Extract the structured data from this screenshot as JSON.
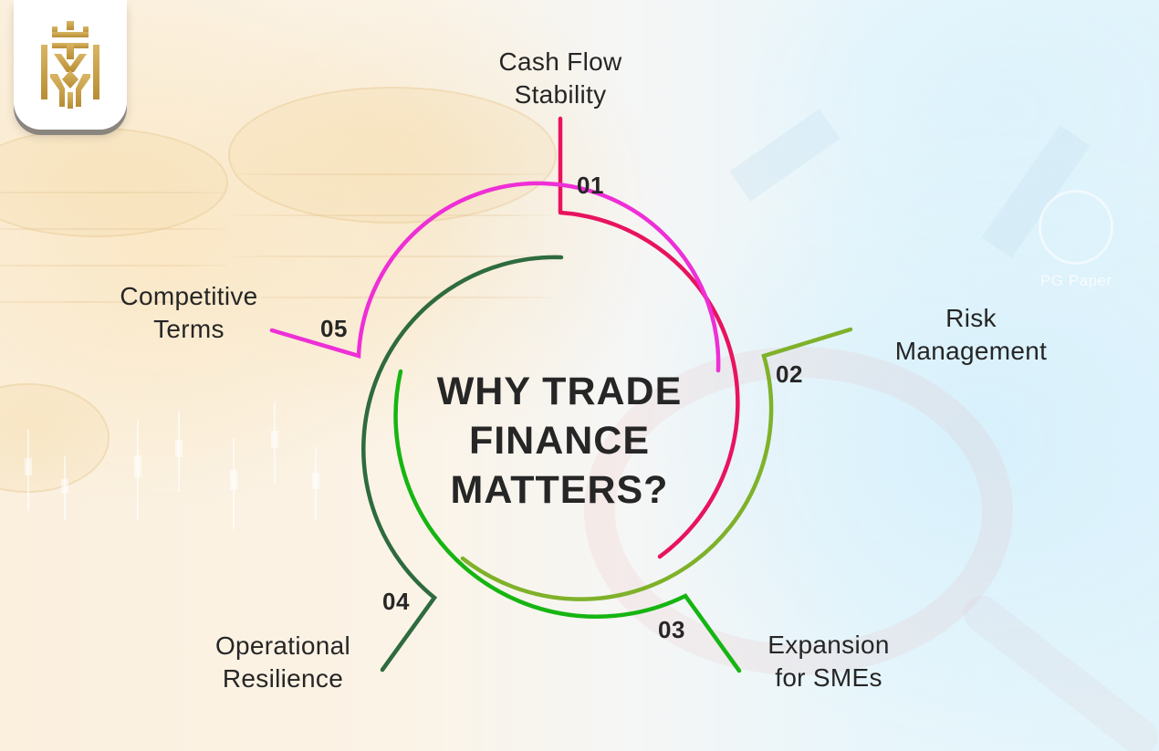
{
  "logo": {
    "name": "crown-shield-logo",
    "color": "#c9a24a"
  },
  "title": {
    "lines": [
      "WHY TRADE",
      "FINANCE",
      "MATTERS?"
    ]
  },
  "watermark": {
    "text": "PG Paper"
  },
  "items": [
    {
      "number": "01",
      "lines": [
        "Cash Flow",
        "Stability"
      ],
      "color": "#e8135f"
    },
    {
      "number": "02",
      "lines": [
        "Risk",
        "Management"
      ],
      "color": "#7fb12a"
    },
    {
      "number": "03",
      "lines": [
        "Expansion",
        "for SMEs"
      ],
      "color": "#16b512"
    },
    {
      "number": "04",
      "lines": [
        "Operational",
        "Resilience"
      ],
      "color": "#2e6b3e"
    },
    {
      "number": "05",
      "lines": [
        "Competitive",
        "Terms"
      ],
      "color": "#ee2fd6"
    }
  ],
  "inner_arc_color": "#16b512"
}
